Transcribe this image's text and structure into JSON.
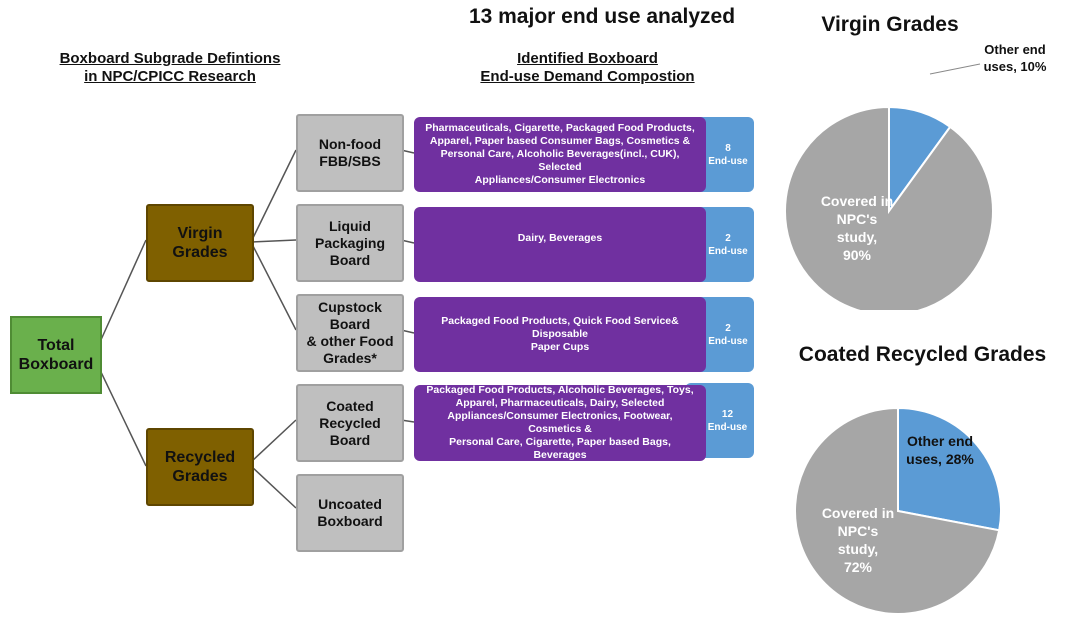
{
  "title": "13 major end use analyzed",
  "left_header": [
    "Boxboard Subgrade Defintions",
    "in NPC/CPICC Research"
  ],
  "mid_header": [
    "Identified Boxboard",
    "End-use Demand Compostion"
  ],
  "tree": {
    "root": [
      "Total",
      "Boxboard"
    ],
    "virgin": "Virgin Grades",
    "recycled": [
      "Recycled",
      "Grades"
    ],
    "subgrades": {
      "nonfood": [
        "Non-food",
        "FBB/SBS"
      ],
      "liquid": [
        "Liquid",
        "Packaging",
        "Board"
      ],
      "cupstock": [
        "Cupstock Board",
        "& other Food",
        "Grades*"
      ],
      "crb": [
        "Coated Recycled",
        "Board"
      ],
      "uncoated": [
        "Uncoated",
        "Boxboard"
      ]
    }
  },
  "end_uses": [
    {
      "lines": [
        "Pharmaceuticals, Cigarette, Packaged Food Products,",
        "Apparel, Paper based Consumer Bags, Cosmetics &",
        "Personal Care, Alcoholic Beverages(incl., CUK), Selected",
        "Appliances/Consumer Electronics"
      ],
      "count": "8",
      "unit": "End-use"
    },
    {
      "lines": [
        "Dairy, Beverages"
      ],
      "count": "2",
      "unit": "End-use"
    },
    {
      "lines": [
        "Packaged Food Products, Quick Food Service& Disposable",
        "Paper Cups"
      ],
      "count": "2",
      "unit": "End-use"
    },
    {
      "lines": [
        "Packaged Food Products, Alcoholic Beverages, Toys,",
        "Apparel, Pharmaceuticals, Dairy, Selected",
        "Appliances/Consumer Electronics, Footwear, Cosmetics &",
        "Personal Care, Cigarette, Paper based Bags, Beverages"
      ],
      "count": "12",
      "unit": "End-use"
    }
  ],
  "colors": {
    "green": "#6ab04c",
    "brown": "#7f6000",
    "gray_box": "#bfbfbf",
    "purple": "#7030a0",
    "blue": "#5b9bd5",
    "pie_gray": "#a6a6a6"
  },
  "chart_data": [
    {
      "type": "pie",
      "title": "Virgin Grades",
      "slices": [
        {
          "label": [
            "Other end",
            "uses, 10%"
          ],
          "value": 10,
          "color": "#5b9bd5"
        },
        {
          "label": [
            "Covered in",
            "NPC's",
            "study,",
            "90%"
          ],
          "value": 90,
          "color": "#a6a6a6"
        }
      ]
    },
    {
      "type": "pie",
      "title": "Coated Recycled Grades",
      "slices": [
        {
          "label": [
            "Other end",
            "uses, 28%"
          ],
          "value": 28,
          "color": "#5b9bd5"
        },
        {
          "label": [
            "Covered in",
            "NPC's",
            "study,",
            "72%"
          ],
          "value": 72,
          "color": "#a6a6a6"
        }
      ]
    }
  ]
}
